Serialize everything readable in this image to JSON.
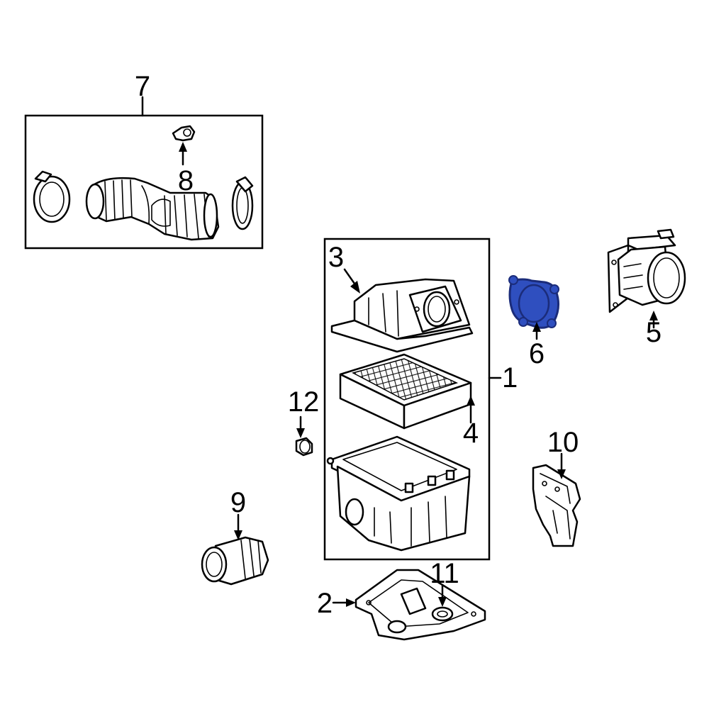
{
  "colors": {
    "background": "#ffffff",
    "line": "#000000",
    "highlight_fill": "#2f4fbf",
    "highlight_stroke": "#1b2c7a"
  },
  "callouts": {
    "c1": "1",
    "c2": "2",
    "c3": "3",
    "c4": "4",
    "c5": "5",
    "c6": "6",
    "c7": "7",
    "c8": "8",
    "c9": "9",
    "c10": "10",
    "c11": "11",
    "c12": "12"
  },
  "highlighted_part": "6"
}
